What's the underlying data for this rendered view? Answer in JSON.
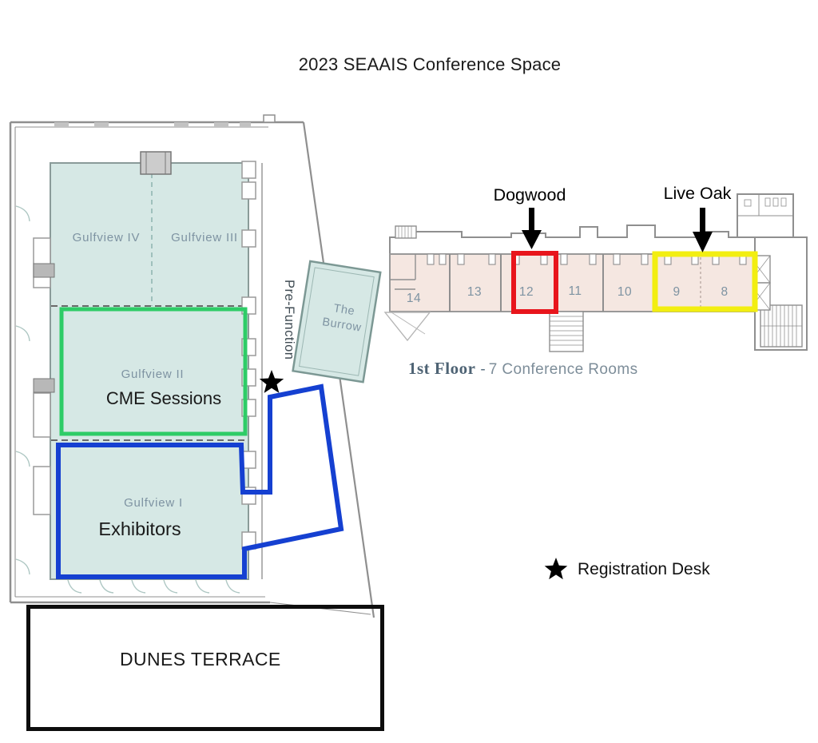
{
  "page": {
    "title": "2023 SEAAIS Conference Space"
  },
  "left_plan": {
    "gulfview_iv": "Gulfview IV",
    "gulfview_iii": "Gulfview III",
    "gulfview_ii": "Gulfview II",
    "gulfview_i": "Gulfview I",
    "cme": "CME Sessions",
    "exhibitors": "Exhibitors",
    "prefunction": "Pre-Function",
    "burrow_line1": "The",
    "burrow_line2": "Burrow"
  },
  "right_plan": {
    "dogwood": "Dogwood",
    "live_oak": "Live Oak",
    "rooms": [
      "14",
      "13",
      "12",
      "11",
      "10",
      "9",
      "8"
    ]
  },
  "caption": {
    "floor": "1st Floor",
    "sep": "-",
    "detail": "7 Conference Rooms"
  },
  "legend": {
    "registration": "Registration Desk"
  },
  "terrace": {
    "label": "DUNES TERRACE"
  },
  "colors": {
    "cme_outline": "#2ecc67",
    "exhibitors_outline": "#1540d1",
    "dogwood_outline": "#e8151c",
    "live_oak_outline": "#f2ee11",
    "room_fill_teal": "#d6e8e5",
    "room_fill_pink": "#f5e7e1",
    "label_slate": "#7e93a2"
  }
}
